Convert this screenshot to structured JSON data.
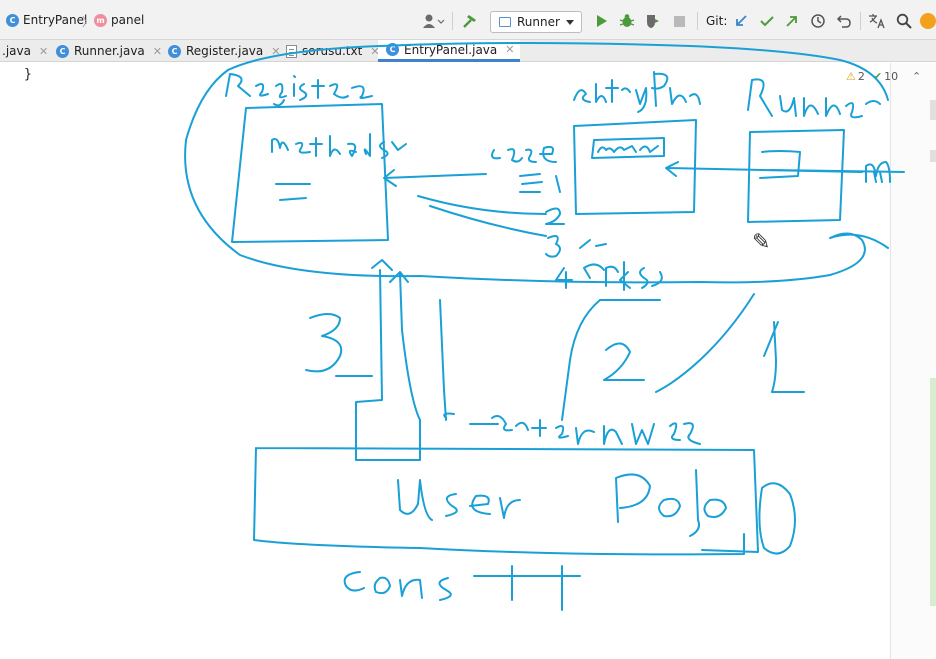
{
  "breadcrumb": {
    "items": [
      {
        "badge": "C",
        "label": "EntryPanel"
      },
      {
        "badge": "m",
        "label": "panel"
      }
    ]
  },
  "toolbar": {
    "run_configuration": "Runner",
    "git_label": "Git:"
  },
  "tabs": [
    {
      "label": ".java",
      "icon": "none",
      "active": false
    },
    {
      "label": "Runner.java",
      "icon": "class-icon",
      "active": false
    },
    {
      "label": "Register.java",
      "icon": "class-icon",
      "active": false
    },
    {
      "label": "sorusu.txt",
      "icon": "text-file-icon",
      "active": false
    },
    {
      "label": "EntryPanel.java",
      "icon": "class-icon",
      "active": true
    }
  ],
  "editor": {
    "code_lines": [
      "}"
    ],
    "inspections": {
      "warnings": "2",
      "ok": "10"
    }
  },
  "colors": {
    "drawing_stroke": "#1aa0d6",
    "class_badge": "#3f8fd9",
    "method_badge": "#ef8e9e",
    "active_tab_underline": "#4083c9"
  }
}
